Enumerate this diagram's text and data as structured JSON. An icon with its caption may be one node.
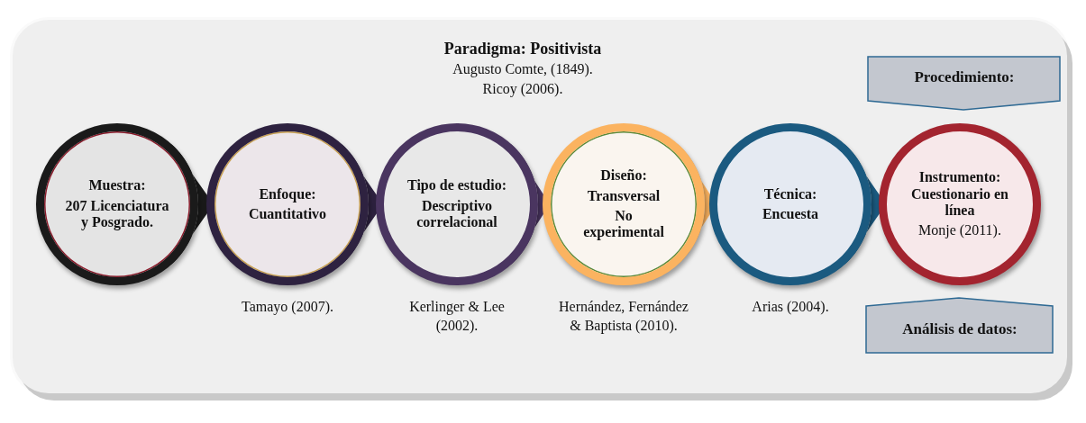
{
  "diagram": {
    "nodes": [
      {
        "text": [
          "Muestra:",
          "207 Licenciatura y Posgrado."
        ]
      },
      {
        "text": [
          "Enfoque:",
          "Cuantitativo"
        ],
        "beside": [
          "Tamayo (2007)."
        ]
      },
      {
        "text": [
          "Tipo de estudio:",
          "Descriptivo correlacional"
        ],
        "beside": [
          "Kerlinger & Lee (2002)."
        ]
      },
      {
        "text": [
          "Diseño:",
          "Transversal",
          "No experimental"
        ],
        "beside": [
          "Hernández, Fernández & Baptista (2010)."
        ]
      },
      {
        "text": [
          "Técnica:",
          "Encuesta"
        ],
        "beside": [
          "Arias (2004)."
        ]
      },
      {
        "text": [
          "Instrumento: Cuestionario en línea",
          "Monje (2011)."
        ]
      },
      {
        "text": [
          "Procedimiento:"
        ]
      },
      {
        "text": [
          "Análisis de datos:"
        ]
      }
    ],
    "edges": [
      {
        "from": 0,
        "to": 1,
        "arrow": "to",
        "color": "#1a1a1a"
      },
      {
        "from": 1,
        "to": 2,
        "arrow": "to",
        "color": "#2e2240"
      },
      {
        "from": 2,
        "to": 3,
        "arrow": "to",
        "color": "#4a3560"
      },
      {
        "from": 3,
        "to": 4,
        "arrow": "to",
        "color": "#fbb360"
      },
      {
        "from": 4,
        "to": 5,
        "arrow": "to",
        "color": "#1b5a80"
      }
    ],
    "labels": [
      "Paradigma: Positivista",
      "Augusto Comte, (1849).",
      "Ricoy (2006)."
    ]
  }
}
